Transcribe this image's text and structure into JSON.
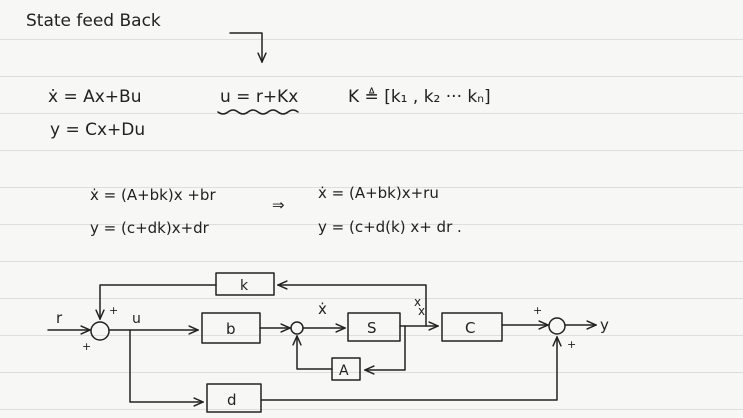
{
  "title": "State feed Back",
  "equations": {
    "state_eq": "ẋ = Ax+Bu",
    "output_eq": "y = Cx+Du",
    "control_law": "u = r+Kx",
    "gain_def": "K ≜ [k₁ , k₂ ··· kₙ]",
    "closed_state_left": "ẋ = (A+bk)x +br",
    "closed_output_left": "y = (c+dk)x+dr",
    "implies": "⇒",
    "closed_state_right": "ẋ = (A+bk)x+ru",
    "closed_output_right": "y = (c+d(k) x+ dr ."
  },
  "diagram": {
    "input_label": "r",
    "control_label": "u",
    "state_dot_label": "ẋ",
    "state_label": "x",
    "output_label": "y",
    "block_k": "k",
    "block_b": "b",
    "block_s": "S",
    "block_a": "A",
    "block_c": "C",
    "block_d": "d",
    "sign_plus": "+"
  },
  "colors": {
    "ink": "#222222",
    "paper": "#f7f7f5",
    "rule_line": "#dedede"
  }
}
